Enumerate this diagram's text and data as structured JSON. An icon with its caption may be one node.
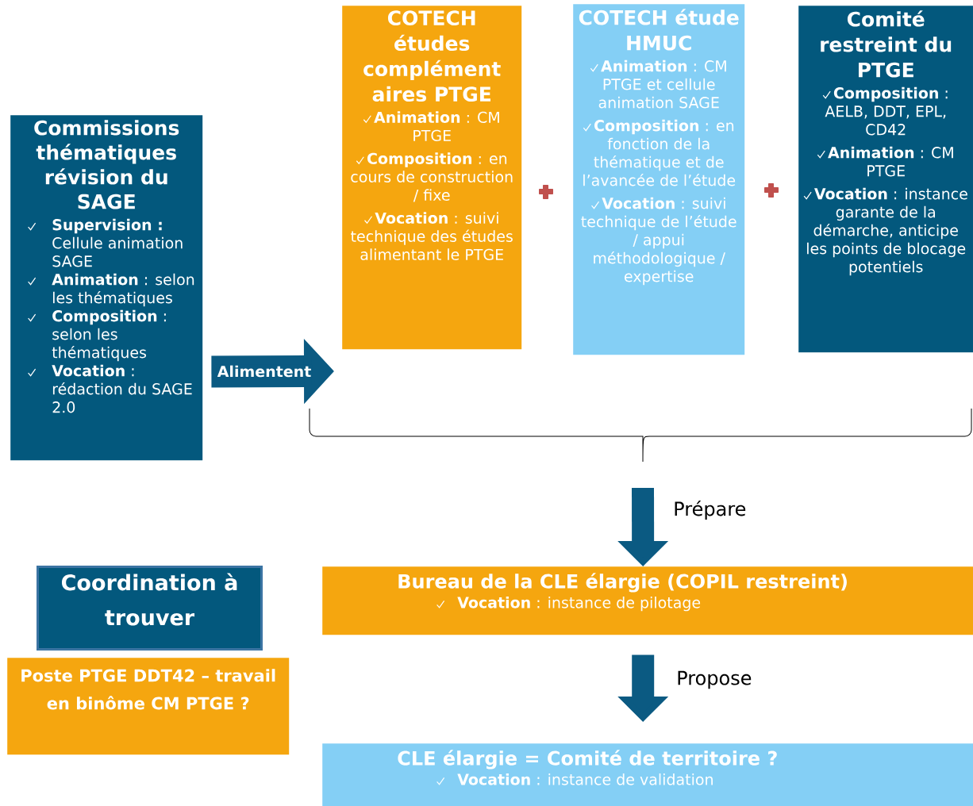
{
  "diagram": {
    "nodes": [
      {
        "text": [
          "Commissions thématiques révision du SAGE",
          "**Supervision :** Cellule animation SAGE",
          "**Animation** : selon les thématiques",
          "**Composition** : selon les thématiques",
          "**Vocation** : rédaction du SAGE 2.0"
        ]
      },
      {
        "text": [
          "COTECH études complément aires PTGE",
          "**Animation** : CM PTGE",
          "**Composition** : en cours de construction / fixe",
          "**Vocation** : suivi technique des études alimentant le PTGE"
        ]
      },
      {
        "text": [
          "COTECH étude HMUC",
          "**Animation** : CM PTGE et cellule animation SAGE",
          "**Composition** : en fonction de la thématique et de l’avancée de l’étude",
          "**Vocation** : suivi technique de l’étude / appui méthodologique / expertise"
        ]
      },
      {
        "text": [
          "Comité restreint du PTGE",
          "**Composition** : AELB, DDT, EPL, CD42",
          "**Animation** : CM PTGE",
          "**Vocation** : instance garante de la démarche, anticipe les points de blocage potentiels"
        ]
      },
      {
        "text": [
          "Coordination à trouver"
        ]
      },
      {
        "text": [
          "Bureau de la CLE élargie (COPIL restreint)",
          "**Vocation** : instance de pilotage"
        ]
      },
      {
        "text": [
          "Poste PTGE DDT42 – travail en binôme CM PTGE ?"
        ]
      },
      {
        "text": [
          "CLE élargie = Comité de territoire ?",
          "**Vocation** : instance de validation"
        ]
      }
    ],
    "edges": [
      {
        "from": 0,
        "to": null,
        "arrow": "to",
        "label": "Alimentent"
      },
      {
        "from": null,
        "to": 5,
        "arrow": "to",
        "label": "Prépare"
      },
      {
        "from": 5,
        "to": 7,
        "arrow": "to",
        "label": "Propose"
      }
    ]
  }
}
